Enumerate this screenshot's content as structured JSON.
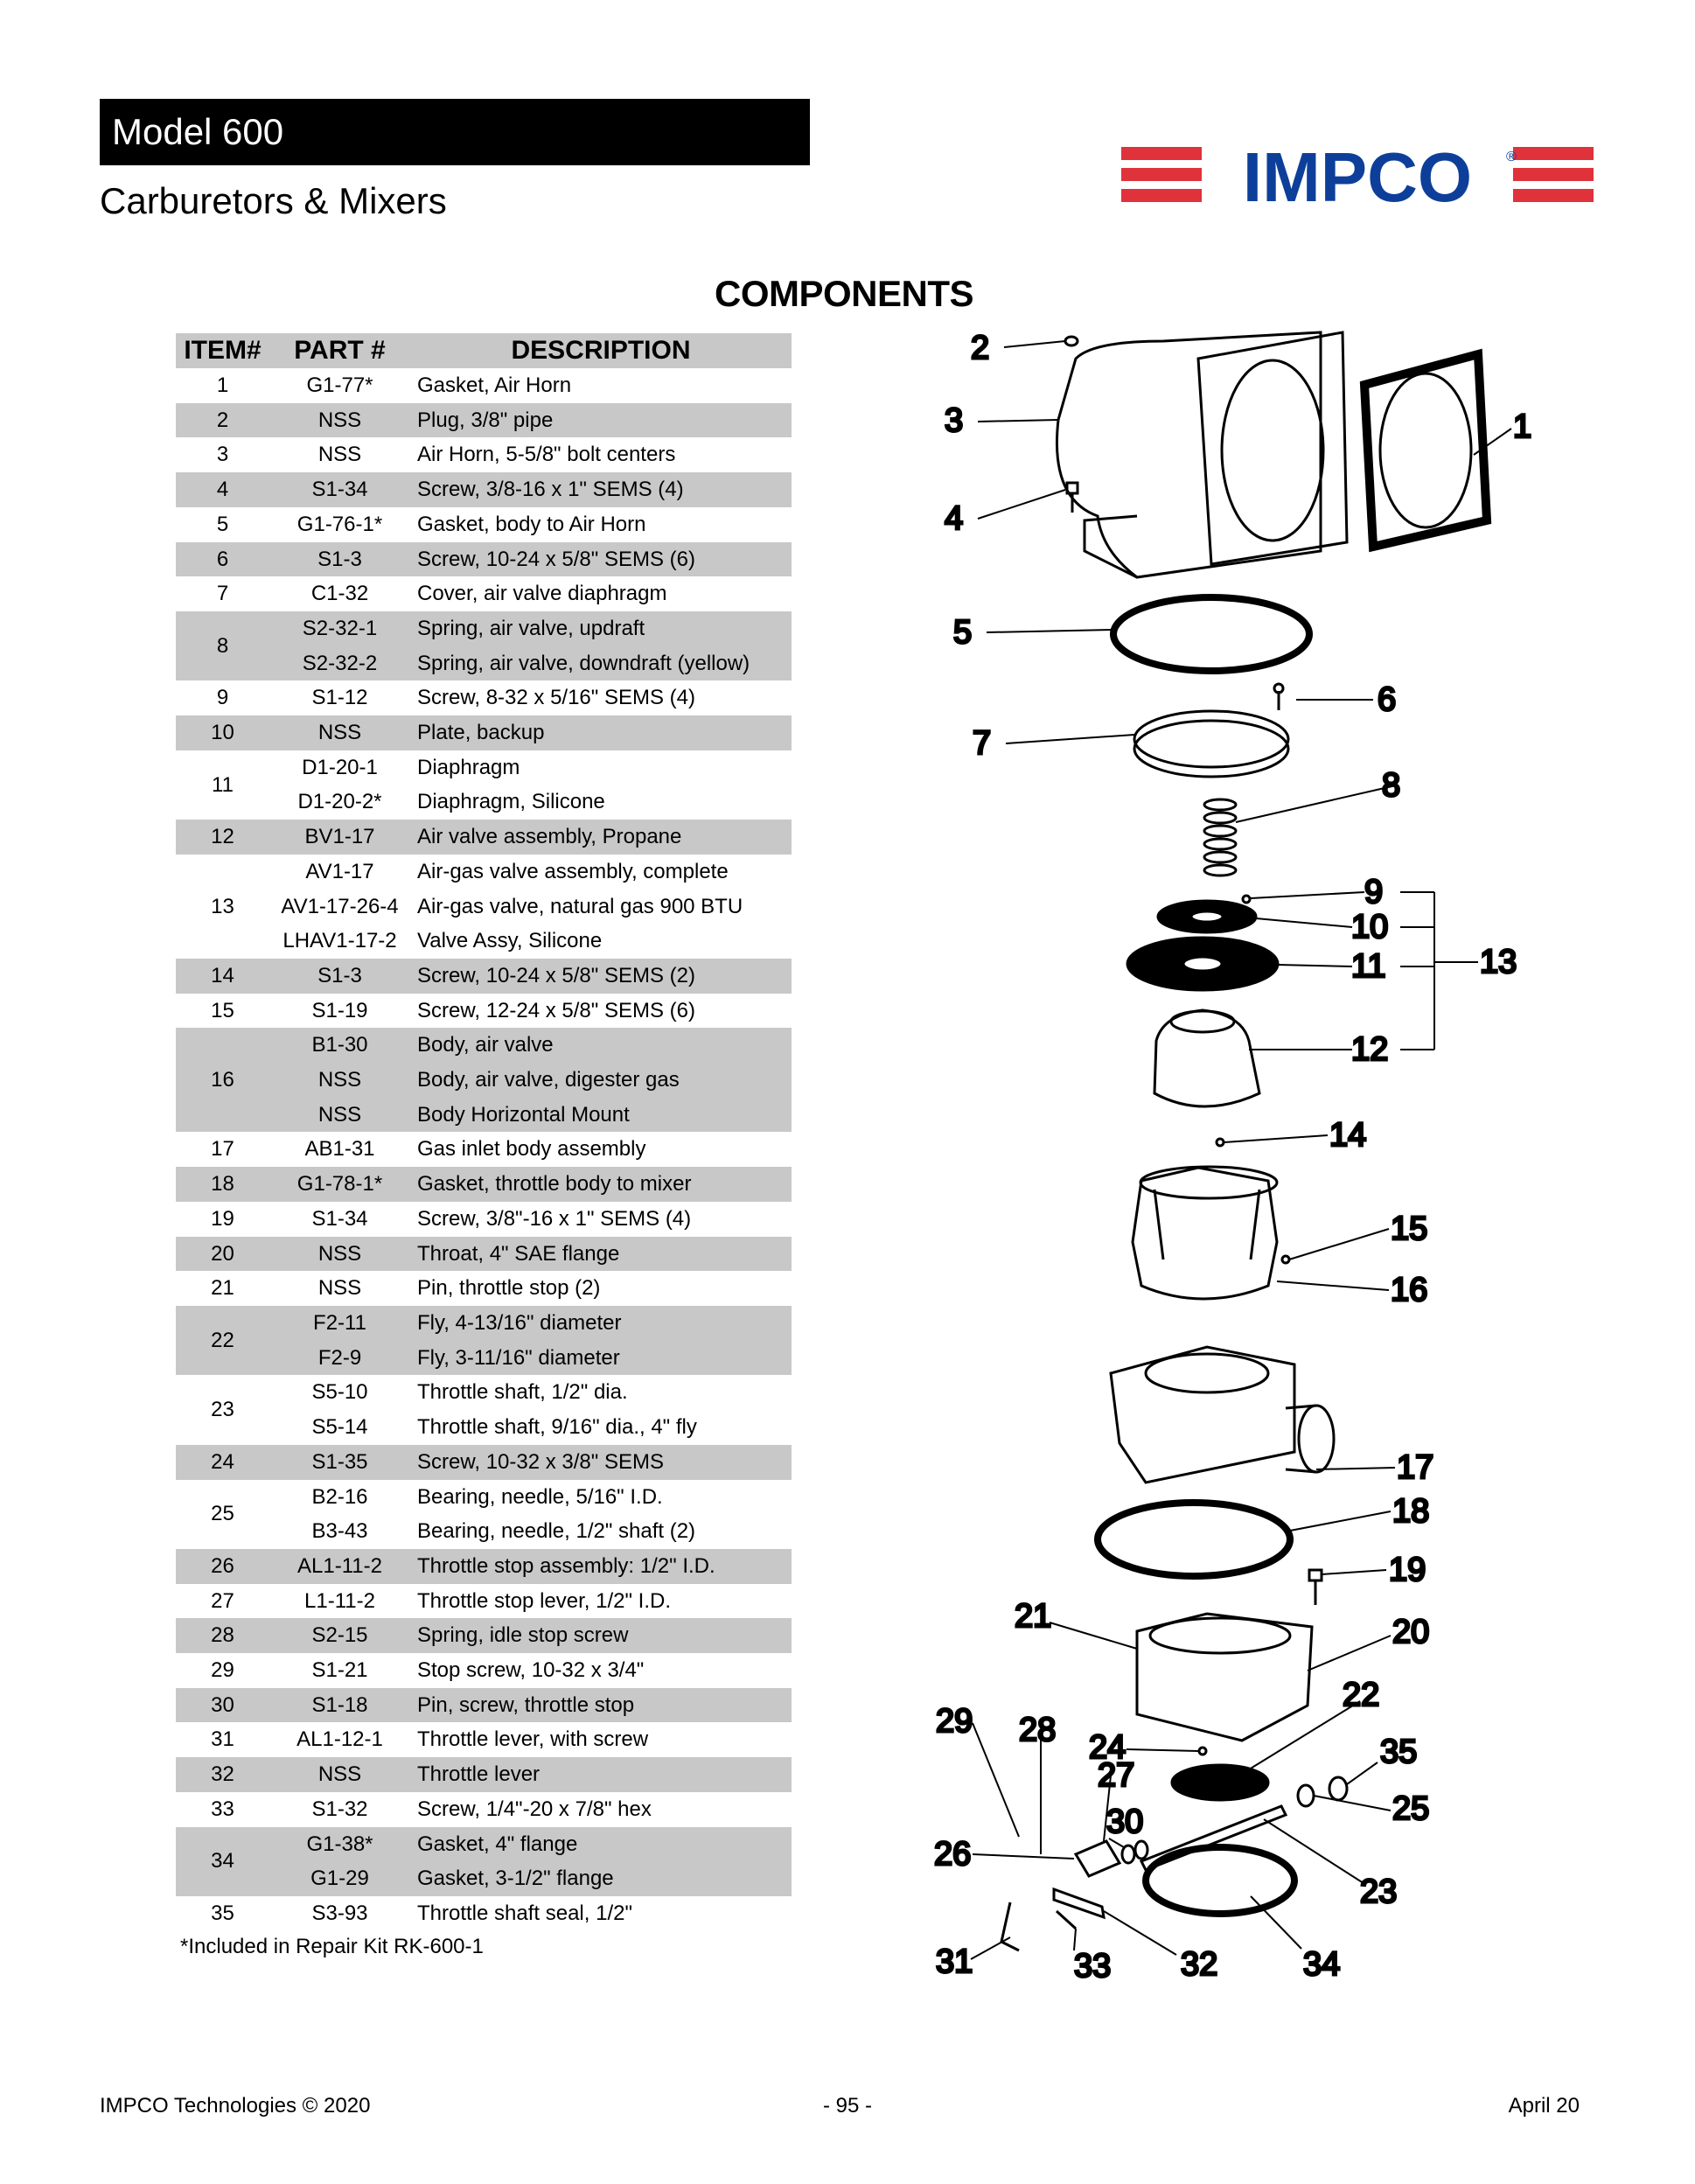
{
  "header": {
    "model": "Model 600",
    "subtitle": "Carburetors & Mixers",
    "brand": "IMPCO",
    "brand_mark": "®"
  },
  "section_title": "COMPONENTS",
  "table": {
    "headers": [
      "ITEM#",
      "PART #",
      "DESCRIPTION"
    ],
    "groups": [
      {
        "item": "1",
        "rows": [
          [
            "G1-77*",
            "Gasket, Air Horn"
          ]
        ]
      },
      {
        "item": "2",
        "rows": [
          [
            "NSS",
            "Plug, 3/8\" pipe"
          ]
        ]
      },
      {
        "item": "3",
        "rows": [
          [
            "NSS",
            "Air Horn, 5-5/8\" bolt centers"
          ]
        ]
      },
      {
        "item": "4",
        "rows": [
          [
            "S1-34",
            "Screw, 3/8-16 x 1\" SEMS (4)"
          ]
        ]
      },
      {
        "item": "5",
        "rows": [
          [
            "G1-76-1*",
            "Gasket, body to Air Horn"
          ]
        ]
      },
      {
        "item": "6",
        "rows": [
          [
            "S1-3",
            "Screw, 10-24 x 5/8\" SEMS (6)"
          ]
        ]
      },
      {
        "item": "7",
        "rows": [
          [
            "C1-32",
            "Cover, air valve diaphragm"
          ]
        ]
      },
      {
        "item": "8",
        "rows": [
          [
            "S2-32-1",
            "Spring, air valve, updraft"
          ],
          [
            "S2-32-2",
            "Spring, air valve, downdraft (yellow)"
          ]
        ]
      },
      {
        "item": "9",
        "rows": [
          [
            "S1-12",
            "Screw, 8-32 x 5/16\" SEMS (4)"
          ]
        ]
      },
      {
        "item": "10",
        "rows": [
          [
            "NSS",
            "Plate, backup"
          ]
        ]
      },
      {
        "item": "11",
        "rows": [
          [
            "D1-20-1",
            "Diaphragm"
          ],
          [
            "D1-20-2*",
            "Diaphragm, Silicone"
          ]
        ]
      },
      {
        "item": "12",
        "rows": [
          [
            "BV1-17",
            "Air valve assembly, Propane"
          ]
        ]
      },
      {
        "item": "13",
        "rows": [
          [
            "AV1-17",
            "Air-gas valve assembly, complete"
          ],
          [
            "AV1-17-26-4",
            "Air-gas valve, natural gas 900 BTU"
          ],
          [
            "LHAV1-17-2",
            "Valve Assy, Silicone"
          ]
        ]
      },
      {
        "item": "14",
        "rows": [
          [
            "S1-3",
            "Screw, 10-24 x 5/8\" SEMS (2)"
          ]
        ]
      },
      {
        "item": "15",
        "rows": [
          [
            "S1-19",
            "Screw, 12-24 x 5/8\" SEMS (6)"
          ]
        ]
      },
      {
        "item": "16",
        "rows": [
          [
            "B1-30",
            "Body, air valve"
          ],
          [
            "NSS",
            "Body, air valve, digester gas"
          ],
          [
            "NSS",
            "Body Horizontal Mount"
          ]
        ]
      },
      {
        "item": "17",
        "rows": [
          [
            "AB1-31",
            "Gas inlet body assembly"
          ]
        ]
      },
      {
        "item": "18",
        "rows": [
          [
            "G1-78-1*",
            "Gasket, throttle body to mixer"
          ]
        ]
      },
      {
        "item": "19",
        "rows": [
          [
            "S1-34",
            "Screw, 3/8\"-16 x 1\" SEMS (4)"
          ]
        ]
      },
      {
        "item": "20",
        "rows": [
          [
            "NSS",
            "Throat, 4\" SAE flange"
          ]
        ]
      },
      {
        "item": "21",
        "rows": [
          [
            "NSS",
            "Pin, throttle stop (2)"
          ]
        ]
      },
      {
        "item": "22",
        "rows": [
          [
            "F2-11",
            "Fly, 4-13/16\" diameter"
          ],
          [
            "F2-9",
            "Fly, 3-11/16\" diameter"
          ]
        ]
      },
      {
        "item": "23",
        "rows": [
          [
            "S5-10",
            "Throttle shaft, 1/2\" dia."
          ],
          [
            "S5-14",
            "Throttle shaft, 9/16\" dia., 4\" fly"
          ]
        ]
      },
      {
        "item": "24",
        "rows": [
          [
            "S1-35",
            "Screw, 10-32 x 3/8\" SEMS"
          ]
        ]
      },
      {
        "item": "25",
        "rows": [
          [
            "B2-16",
            "Bearing, needle, 5/16\" I.D."
          ],
          [
            "B3-43",
            "Bearing, needle, 1/2\" shaft (2)"
          ]
        ]
      },
      {
        "item": "26",
        "rows": [
          [
            "AL1-11-2",
            "Throttle stop assembly: 1/2\" I.D."
          ]
        ]
      },
      {
        "item": "27",
        "rows": [
          [
            "L1-11-2",
            "Throttle stop lever, 1/2\" I.D."
          ]
        ]
      },
      {
        "item": "28",
        "rows": [
          [
            "S2-15",
            "Spring, idle stop screw"
          ]
        ]
      },
      {
        "item": "29",
        "rows": [
          [
            "S1-21",
            "Stop screw, 10-32 x 3/4\""
          ]
        ]
      },
      {
        "item": "30",
        "rows": [
          [
            "S1-18",
            "Pin, screw, throttle stop"
          ]
        ]
      },
      {
        "item": "31",
        "rows": [
          [
            "AL1-12-1",
            "Throttle lever, with screw"
          ]
        ]
      },
      {
        "item": "32",
        "rows": [
          [
            "NSS",
            "Throttle lever"
          ]
        ]
      },
      {
        "item": "33",
        "rows": [
          [
            "S1-32",
            "Screw, 1/4\"-20 x 7/8\" hex"
          ]
        ]
      },
      {
        "item": "34",
        "rows": [
          [
            "G1-38*",
            "Gasket, 4\" flange"
          ],
          [
            "G1-29",
            "Gasket, 3-1/2\" flange"
          ]
        ]
      },
      {
        "item": "35",
        "rows": [
          [
            "S3-93",
            "Throttle shaft seal, 1/2\""
          ]
        ]
      }
    ]
  },
  "footnote": "*Included in Repair Kit RK-600-1",
  "diagram": {
    "labels": [
      "1",
      "2",
      "3",
      "4",
      "5",
      "6",
      "7",
      "8",
      "9",
      "10",
      "11",
      "12",
      "13",
      "14",
      "15",
      "16",
      "17",
      "18",
      "19",
      "20",
      "21",
      "22",
      "23",
      "24",
      "25",
      "26",
      "27",
      "28",
      "29",
      "30",
      "31",
      "32",
      "33",
      "34",
      "35"
    ]
  },
  "footer": {
    "left": "IMPCO Technologies © 2020",
    "center": "- 95 -",
    "right": "April 20"
  },
  "colors": {
    "brand_blue": "#0d3f9a",
    "brand_red": "#e0323b",
    "table_shade": "#c8c8c8"
  }
}
